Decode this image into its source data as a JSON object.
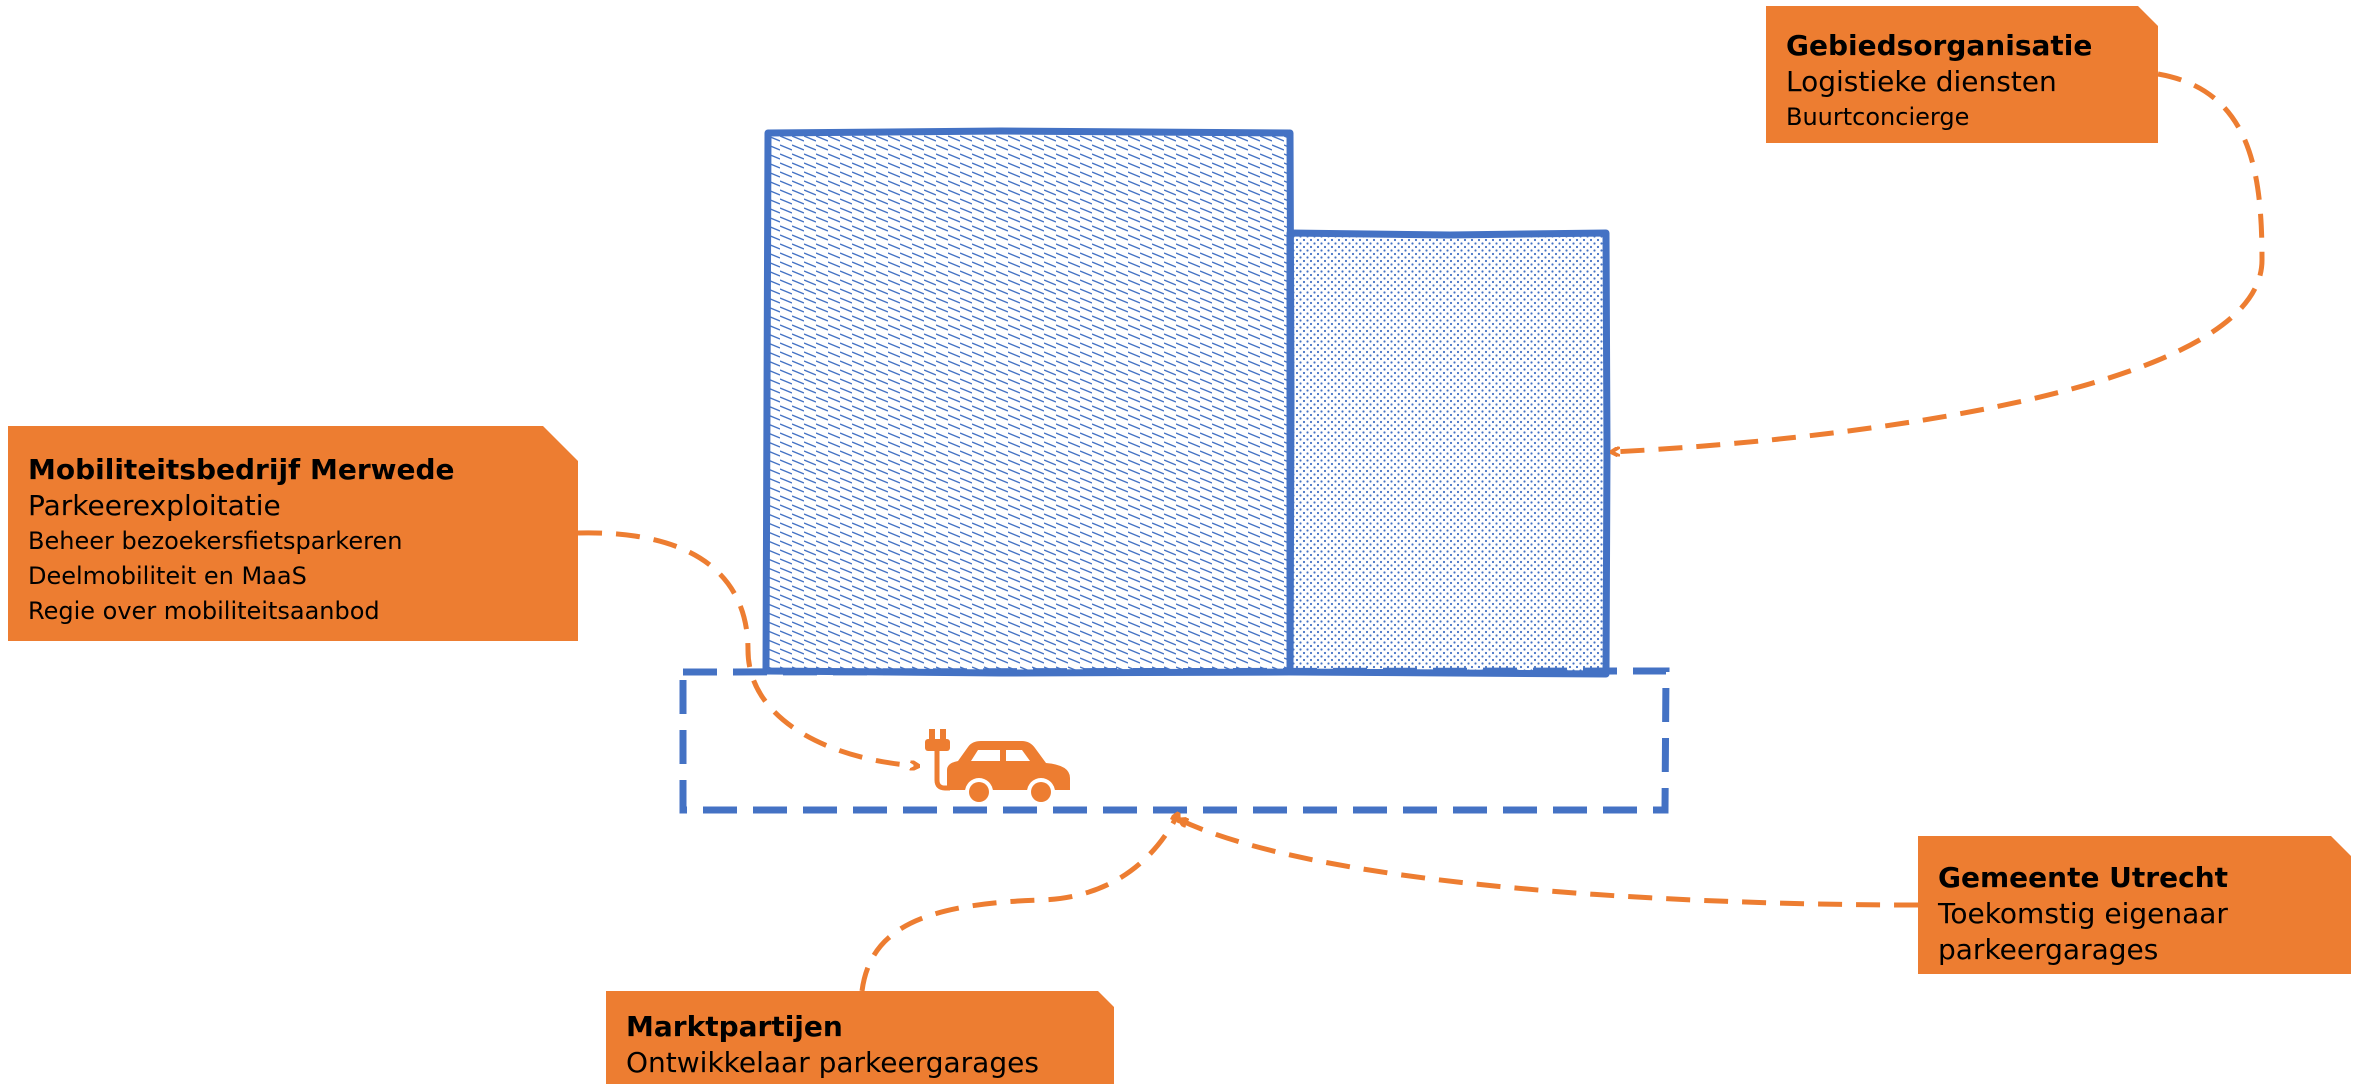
{
  "colors": {
    "callout_fill": "#ED7D31",
    "building_outline": "#4472C4",
    "connector": "#ED7D31",
    "car": "#ED7D31"
  },
  "icons": {
    "car": "electric-car-icon"
  },
  "callouts": {
    "gebied": {
      "title": "Gebiedsorganisatie",
      "lines": [
        "Logistieke diensten",
        "Buurtconcierge"
      ]
    },
    "mobiliteit": {
      "title": "Mobiliteitsbedrijf Merwede",
      "lines": [
        "Parkeerexploitatie",
        "Beheer bezoekersfietsparkeren",
        "Deelmobiliteit en MaaS",
        "Regie over mobiliteitsaanbod"
      ]
    },
    "gemeente": {
      "title": "Gemeente Utrecht",
      "lines": [
        "Toekomstig eigenaar",
        "parkeergarages"
      ]
    },
    "markt": {
      "title": "Marktpartijen",
      "lines": [
        "Ontwikkelaar parkeergarages"
      ]
    }
  }
}
